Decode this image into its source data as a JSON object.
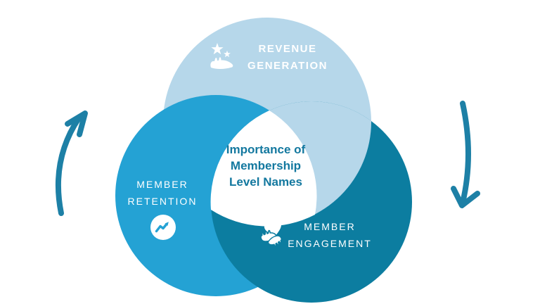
{
  "venn": {
    "background": "#ffffff",
    "center": {
      "line1": "Importance of",
      "line2": "Membership",
      "line3": "Level Names",
      "text_color": "#13789f",
      "fill": "#ffffff"
    },
    "top": {
      "line1": "REVENUE",
      "line2": "GENERATION",
      "color": "#b6d7ea",
      "icon": "hand-stars-icon"
    },
    "left": {
      "line1": "MEMBER",
      "line2": "RETENTION",
      "color": "#24a2d4",
      "icon": "trend-up-icon"
    },
    "right": {
      "line1": "MEMBER",
      "line2": "ENGAGEMENT",
      "color": "#0c7da0",
      "icon": "hands-heart-icon"
    },
    "arrows": {
      "color": "#1d80a6",
      "left": "curved-arrow-up",
      "right": "curved-arrow-down"
    }
  }
}
